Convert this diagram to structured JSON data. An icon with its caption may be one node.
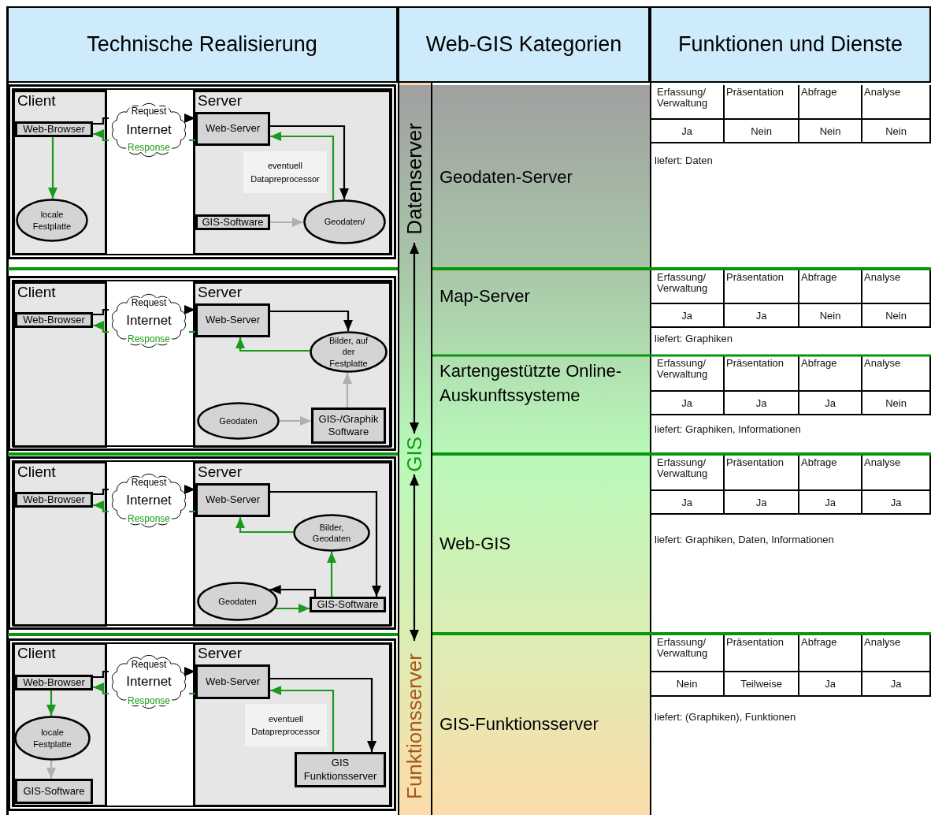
{
  "diagram": {
    "nodes": [
      {
        "text": [
          "Technische Realisierung"
        ]
      },
      {
        "text": [
          "Web-GIS Kategorien"
        ]
      },
      {
        "text": [
          "Funktionen und Dienste"
        ]
      },
      {
        "text": [],
        "shape": "box"
      },
      {
        "text": [
          "Client"
        ],
        "in": 3
      },
      {
        "text": [
          "Web-Browser"
        ],
        "in": 4
      },
      {
        "text": [
          "locale Festplatte"
        ],
        "in": 4
      },
      {
        "text": [
          "Internet"
        ],
        "in": 3
      },
      {
        "text": [
          "Server"
        ],
        "in": 3
      },
      {
        "text": [
          "Web-Server"
        ],
        "in": 8
      },
      {
        "text": [
          "eventuell Datapreprocessor"
        ],
        "in": 8
      },
      {
        "text": [
          "GIS-Software"
        ],
        "in": 8
      },
      {
        "text": [
          "Geodaten/"
        ],
        "in": 8
      },
      {
        "text": [],
        "shape": "box"
      },
      {
        "text": [
          "Client"
        ],
        "in": 13
      },
      {
        "text": [
          "Web-Browser"
        ],
        "in": 14
      },
      {
        "text": [
          "Internet"
        ],
        "in": 13
      },
      {
        "text": [
          "Server"
        ],
        "in": 13
      },
      {
        "text": [
          "Web-Server"
        ],
        "in": 17
      },
      {
        "text": [
          "Bilder, auf der Festplatte"
        ],
        "in": 17
      },
      {
        "text": [
          "Geodaten"
        ],
        "in": 17
      },
      {
        "text": [
          "GIS-/Graphik Software"
        ],
        "in": 17
      },
      {
        "text": [],
        "shape": "box"
      },
      {
        "text": [
          "Client"
        ],
        "in": 22
      },
      {
        "text": [
          "Web-Browser"
        ],
        "in": 23
      },
      {
        "text": [
          "Internet"
        ],
        "in": 22
      },
      {
        "text": [
          "Server"
        ],
        "in": 22
      },
      {
        "text": [
          "Web-Server"
        ],
        "in": 26
      },
      {
        "text": [
          "Bilder, Geodaten"
        ],
        "in": 26
      },
      {
        "text": [
          "Geodaten"
        ],
        "in": 26
      },
      {
        "text": [
          "GIS-Software"
        ],
        "in": 26
      },
      {
        "text": [],
        "shape": "box"
      },
      {
        "text": [
          "Client"
        ],
        "in": 31
      },
      {
        "text": [
          "Web-Browser"
        ],
        "in": 32
      },
      {
        "text": [
          "locale Festplatte"
        ],
        "in": 32
      },
      {
        "text": [
          "GIS-Software"
        ],
        "in": 32
      },
      {
        "text": [
          "Internet"
        ],
        "in": 31
      },
      {
        "text": [
          "Server"
        ],
        "in": 31
      },
      {
        "text": [
          "Web-Server"
        ],
        "in": 37
      },
      {
        "text": [
          "eventuell Datapreprocessor"
        ],
        "in": 37
      },
      {
        "text": [
          "GIS Funktionsserver"
        ],
        "in": 37
      },
      {
        "text": [
          "Datenserver"
        ]
      },
      {
        "text": [
          "GIS"
        ]
      },
      {
        "text": [
          "Funktionsserver"
        ]
      },
      {
        "text": [
          "Geodaten-Server"
        ]
      },
      {
        "text": [
          "Map-Server"
        ]
      },
      {
        "text": [
          "Kartengestützte Online-Auskunftssysteme"
        ]
      },
      {
        "text": [
          "Web-GIS"
        ]
      },
      {
        "text": [
          "GIS-Funktionsserver"
        ]
      }
    ],
    "edges": [
      {
        "from": 5,
        "to": 7,
        "arrow": "none",
        "color": "#000000"
      },
      {
        "from": 7,
        "to": 9,
        "arrow": "to",
        "label": "Request",
        "color": "#000000"
      },
      {
        "from": 9,
        "to": 7,
        "arrow": "none",
        "label": "Response"
      },
      {
        "from": 7,
        "to": 5,
        "arrow": "to"
      },
      {
        "from": 5,
        "to": 6,
        "arrow": "to"
      },
      {
        "from": 9,
        "to": 12,
        "arrow": "to",
        "color": "#000000"
      },
      {
        "from": 12,
        "to": 9,
        "arrow": "to"
      },
      {
        "from": 11,
        "to": 12,
        "arrow": "to",
        "color": "#b0b0b0"
      },
      {
        "from": 15,
        "to": 16,
        "arrow": "none",
        "color": "#000000"
      },
      {
        "from": 16,
        "to": 18,
        "arrow": "to",
        "label": "Request",
        "color": "#000000"
      },
      {
        "from": 18,
        "to": 16,
        "arrow": "none",
        "label": "Response"
      },
      {
        "from": 16,
        "to": 15,
        "arrow": "to"
      },
      {
        "from": 18,
        "to": 19,
        "arrow": "to",
        "color": "#000000"
      },
      {
        "from": 19,
        "to": 18,
        "arrow": "to"
      },
      {
        "from": 20,
        "to": 21,
        "arrow": "to",
        "color": "#b0b0b0"
      },
      {
        "from": 21,
        "to": 19,
        "arrow": "to",
        "color": "#b0b0b0"
      },
      {
        "from": 24,
        "to": 25,
        "arrow": "none",
        "color": "#000000"
      },
      {
        "from": 25,
        "to": 27,
        "arrow": "to",
        "label": "Request",
        "color": "#000000"
      },
      {
        "from": 27,
        "to": 25,
        "arrow": "none",
        "label": "Response"
      },
      {
        "from": 25,
        "to": 24,
        "arrow": "to"
      },
      {
        "from": 27,
        "to": 30,
        "arrow": "to",
        "color": "#000000"
      },
      {
        "from": 28,
        "to": 27,
        "arrow": "to"
      },
      {
        "from": 30,
        "to": 28,
        "arrow": "to"
      },
      {
        "from": 30,
        "to": 29,
        "arrow": "to",
        "color": "#000000"
      },
      {
        "from": 29,
        "to": 30,
        "arrow": "to"
      },
      {
        "from": 33,
        "to": 36,
        "arrow": "none",
        "color": "#000000"
      },
      {
        "from": 36,
        "to": 38,
        "arrow": "to",
        "label": "Request",
        "color": "#000000"
      },
      {
        "from": 38,
        "to": 36,
        "arrow": "none",
        "label": "Response"
      },
      {
        "from": 36,
        "to": 33,
        "arrow": "to"
      },
      {
        "from": 33,
        "to": 34,
        "arrow": "to"
      },
      {
        "from": 34,
        "to": 35,
        "arrow": "to",
        "color": "#b0b0b0"
      },
      {
        "from": 38,
        "to": 40,
        "arrow": "to",
        "color": "#000000"
      },
      {
        "from": 40,
        "to": 38,
        "arrow": "to"
      },
      {
        "from": 41,
        "to": 42,
        "arrow": "both",
        "color": "#000000"
      },
      {
        "from": 42,
        "to": 43,
        "arrow": "both",
        "color": "#000000"
      }
    ],
    "labels": [
      "Erfassung/ Verwaltung",
      "Präsentation",
      "Abfrage",
      "Analyse",
      "Ja",
      "Nein",
      "Nein",
      "Nein",
      "liefert: Daten",
      "Erfassung/ Verwaltung",
      "Präsentation",
      "Abfrage",
      "Analyse",
      "Ja",
      "Ja",
      "Nein",
      "Nein",
      "liefert: Graphiken",
      "Erfassung/ Verwaltung",
      "Präsentation",
      "Abfrage",
      "Analyse",
      "Ja",
      "Ja",
      "Ja",
      "Nein",
      "liefert: Graphiken, Informationen",
      "Erfassung/ Verwaltung",
      "Präsentation",
      "Abfrage",
      "Analyse",
      "Ja",
      "Ja",
      "Ja",
      "Ja",
      "liefert: Graphiken, Daten, Informationen",
      "Erfassung/ Verwaltung",
      "Präsentation",
      "Abfrage",
      "Analyse",
      "Nein",
      "Teilweise",
      "Ja",
      "Ja",
      "liefert: (Graphiken), Funktionen"
    ]
  }
}
